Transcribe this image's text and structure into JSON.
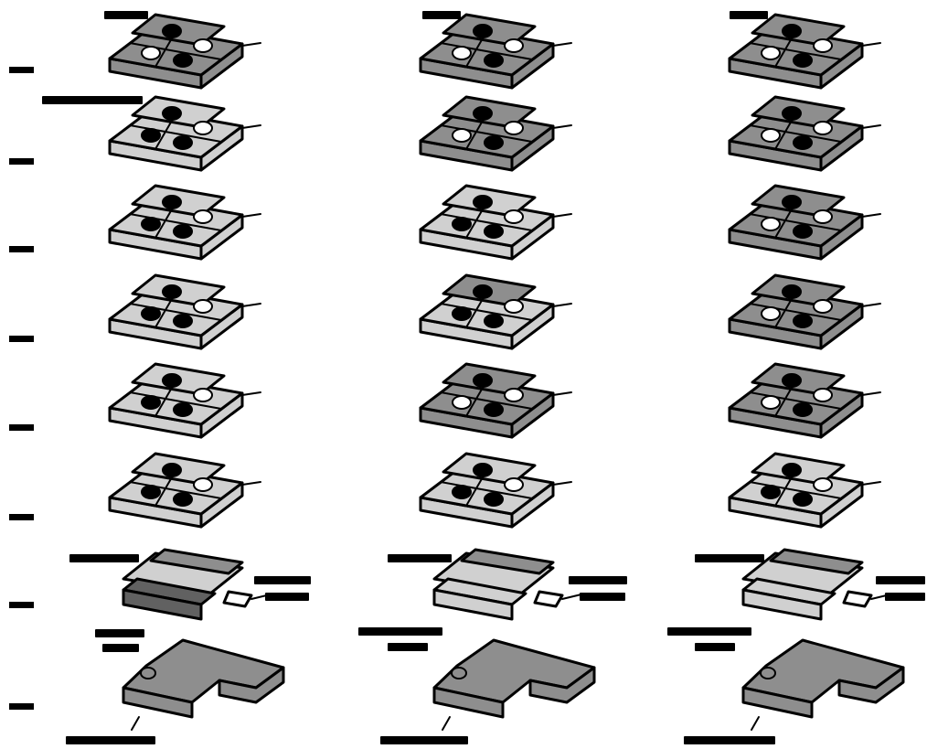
{
  "colors": {
    "background": "#ffffff",
    "light": "#d0d0d0",
    "mid": "#8e8e8e",
    "dark": "#616161",
    "black": "#000000",
    "white": "#ffffff"
  },
  "columns": [
    {
      "rows": [
        {
          "type": "block",
          "layout": "grey-top"
        },
        {
          "type": "block",
          "layout": "four-spots"
        },
        {
          "type": "block",
          "layout": "four-spots"
        },
        {
          "type": "block",
          "layout": "four-spots"
        },
        {
          "type": "block",
          "layout": "four-spots"
        },
        {
          "type": "block",
          "layout": "four-spots"
        },
        {
          "type": "slab",
          "layout": "dark-base"
        },
        {
          "type": "wide",
          "layout": "wide-base"
        }
      ]
    },
    {
      "rows": [
        {
          "type": "block",
          "layout": "grey-top"
        },
        {
          "type": "block",
          "layout": "grey-spots"
        },
        {
          "type": "block",
          "layout": "four-spots"
        },
        {
          "type": "block",
          "layout": "mixed-spots"
        },
        {
          "type": "block",
          "layout": "grey-spots"
        },
        {
          "type": "block",
          "layout": "four-spots"
        },
        {
          "type": "slab",
          "layout": "light-base"
        },
        {
          "type": "wide",
          "layout": "wide-base"
        }
      ]
    },
    {
      "rows": [
        {
          "type": "block",
          "layout": "grey-top"
        },
        {
          "type": "block",
          "layout": "grey-spots"
        },
        {
          "type": "block",
          "layout": "grey-spots"
        },
        {
          "type": "block",
          "layout": "grey-spots"
        },
        {
          "type": "block",
          "layout": "grey-spots"
        },
        {
          "type": "block",
          "layout": "four-spots"
        },
        {
          "type": "slab",
          "layout": "light-base"
        },
        {
          "type": "wide",
          "layout": "wide-base"
        }
      ]
    }
  ]
}
